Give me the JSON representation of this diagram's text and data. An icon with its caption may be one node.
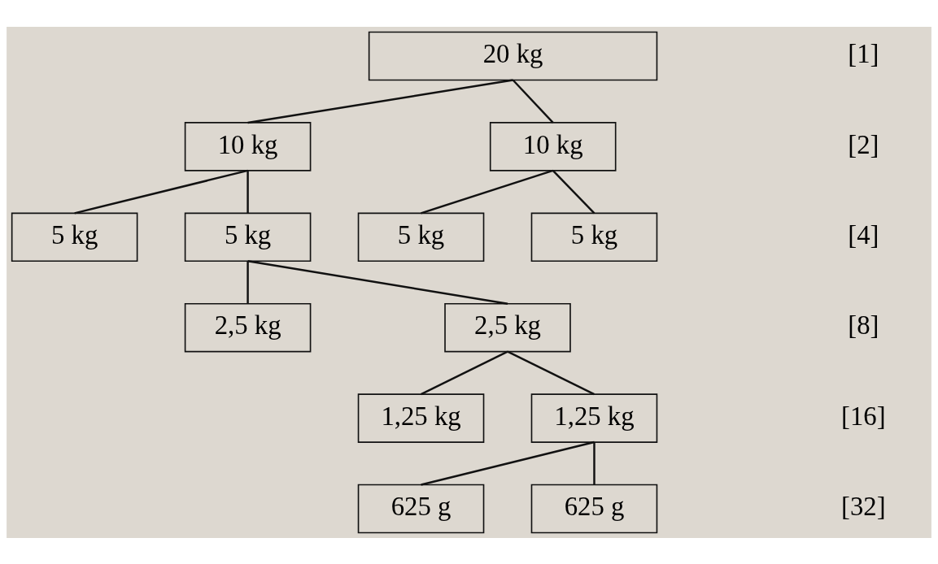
{
  "diagram": {
    "nodes": [
      {
        "text": [
          "20 kg"
        ]
      },
      {
        "text": [
          "10 kg"
        ]
      },
      {
        "text": [
          "10 kg"
        ]
      },
      {
        "text": [
          "5 kg"
        ]
      },
      {
        "text": [
          "5 kg"
        ]
      },
      {
        "text": [
          "5 kg"
        ]
      },
      {
        "text": [
          "5 kg"
        ]
      },
      {
        "text": [
          "2,5 kg"
        ]
      },
      {
        "text": [
          "2,5 kg"
        ]
      },
      {
        "text": [
          "1,25 kg"
        ]
      },
      {
        "text": [
          "1,25 kg"
        ]
      },
      {
        "text": [
          "625 g"
        ]
      },
      {
        "text": [
          "625 g"
        ]
      }
    ],
    "edges": [
      {
        "from": 0,
        "to": 1,
        "arrow": "none"
      },
      {
        "from": 0,
        "to": 2,
        "arrow": "none"
      },
      {
        "from": 1,
        "to": 3,
        "arrow": "none"
      },
      {
        "from": 1,
        "to": 4,
        "arrow": "none"
      },
      {
        "from": 2,
        "to": 5,
        "arrow": "none"
      },
      {
        "from": 2,
        "to": 6,
        "arrow": "none"
      },
      {
        "from": 4,
        "to": 7,
        "arrow": "none"
      },
      {
        "from": 4,
        "to": 8,
        "arrow": "none"
      },
      {
        "from": 8,
        "to": 9,
        "arrow": "none"
      },
      {
        "from": 8,
        "to": 10,
        "arrow": "none"
      },
      {
        "from": 10,
        "to": 11,
        "arrow": "none"
      },
      {
        "from": 10,
        "to": 12,
        "arrow": "none"
      }
    ],
    "labels": [
      "[1]",
      "[2]",
      "[4]",
      "[8]",
      "[16]",
      "[32]"
    ]
  }
}
